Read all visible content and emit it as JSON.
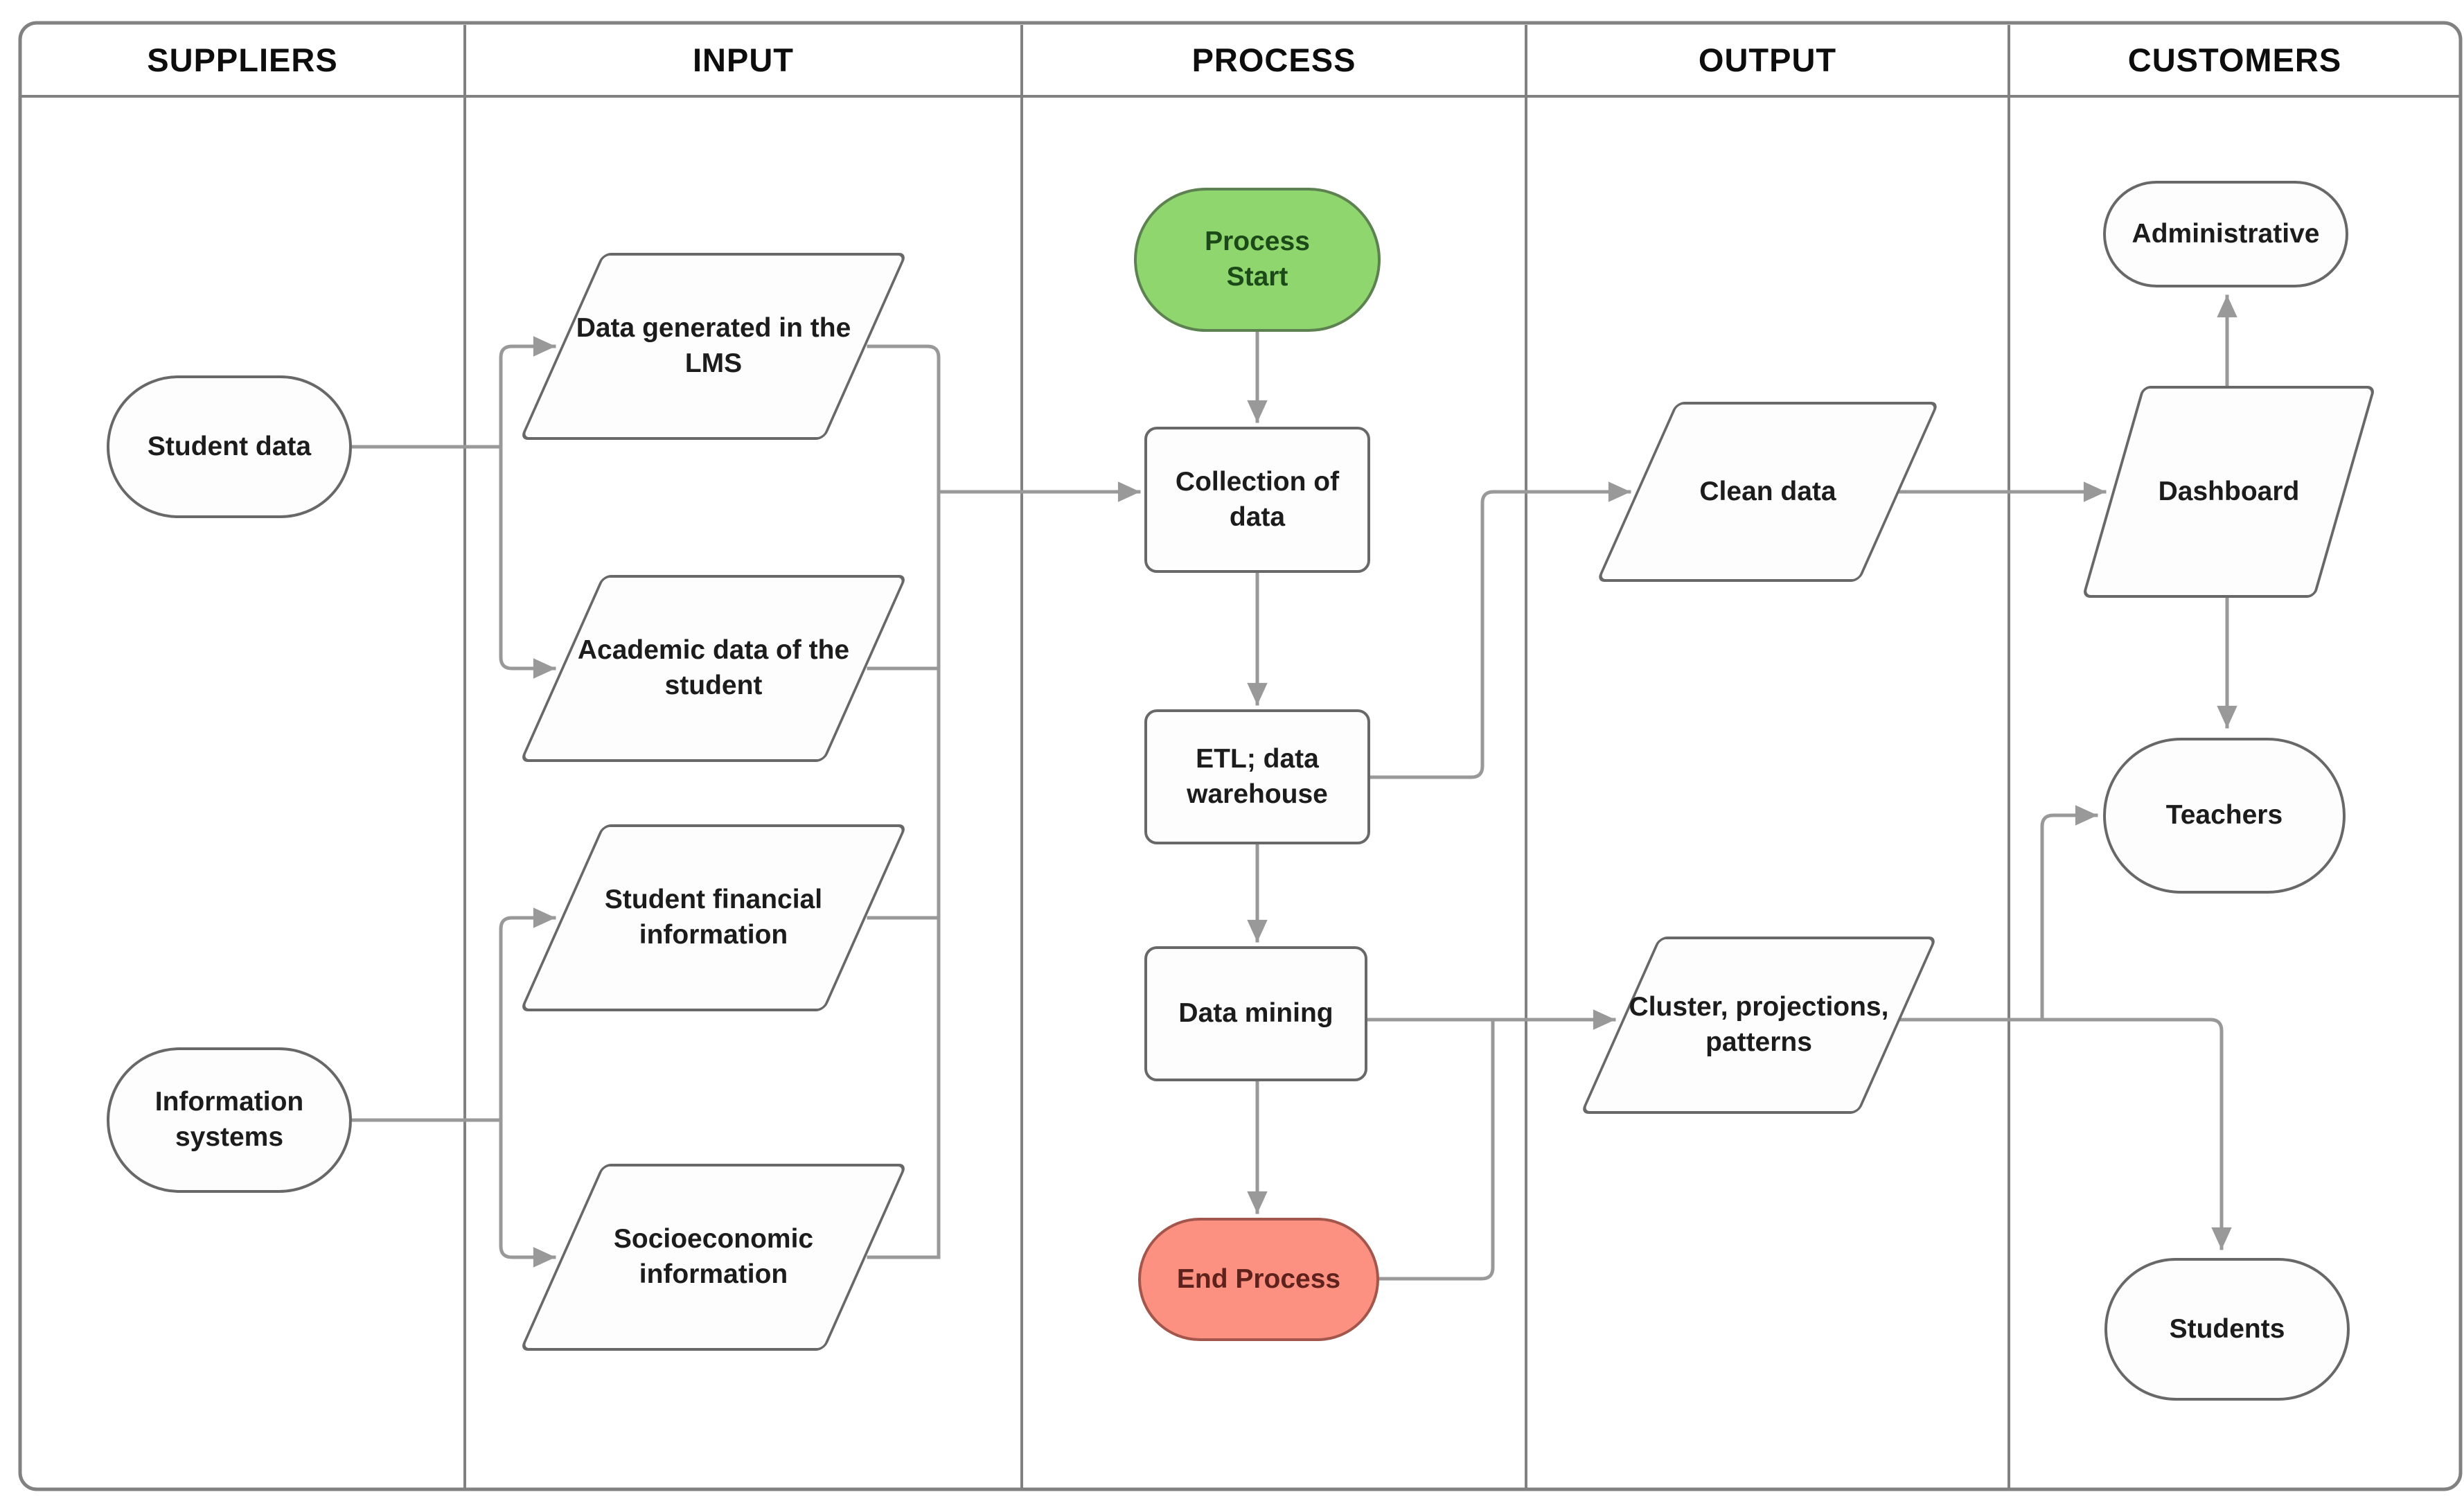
{
  "lanes": [
    {
      "label": "SUPPLIERS"
    },
    {
      "label": "INPUT"
    },
    {
      "label": "PROCESS"
    },
    {
      "label": "OUTPUT"
    },
    {
      "label": "CUSTOMERS"
    }
  ],
  "nodes": {
    "student_data": {
      "label": "Student data",
      "shape": "stadium"
    },
    "information_systems": {
      "label": "Information systems",
      "shape": "stadium"
    },
    "data_generated": {
      "label": "Data generated in the LMS",
      "shape": "parallelogram"
    },
    "academic_data": {
      "label": "Academic data of the student",
      "shape": "parallelogram"
    },
    "student_financial": {
      "label": "Student financial information",
      "shape": "parallelogram"
    },
    "socioeconomic": {
      "label": "Socioeconomic information",
      "shape": "parallelogram"
    },
    "process_start": {
      "label": "Process Start",
      "shape": "stadium",
      "fill": "#90d66f",
      "text_color": "#1b4a18"
    },
    "collection": {
      "label": "Collection of data",
      "shape": "rectangle"
    },
    "etl": {
      "label": "ETL; data warehouse",
      "shape": "rectangle"
    },
    "data_mining": {
      "label": "Data mining",
      "shape": "rectangle"
    },
    "end_process": {
      "label": "End Process",
      "shape": "stadium",
      "fill": "#fc9182",
      "text_color": "#5e211c"
    },
    "clean_data": {
      "label": "Clean data",
      "shape": "parallelogram"
    },
    "cluster": {
      "label": "Cluster, projections, patterns",
      "shape": "parallelogram"
    },
    "dashboard": {
      "label": "Dashboard",
      "shape": "parallelogram"
    },
    "administrative": {
      "label": "Administrative",
      "shape": "stadium"
    },
    "teachers": {
      "label": "Teachers",
      "shape": "stadium"
    },
    "students": {
      "label": "Students",
      "shape": "stadium"
    }
  },
  "colors": {
    "start_fill": "#90d66f",
    "start_border": "#5d8150",
    "start_text": "#1b4a18",
    "end_fill": "#fc9182",
    "end_border": "#a2564c",
    "end_text": "#5e211c",
    "connector": "#999999",
    "node_border": "#686868",
    "frame_border": "#818181",
    "label_text": "#1c1c1c"
  }
}
